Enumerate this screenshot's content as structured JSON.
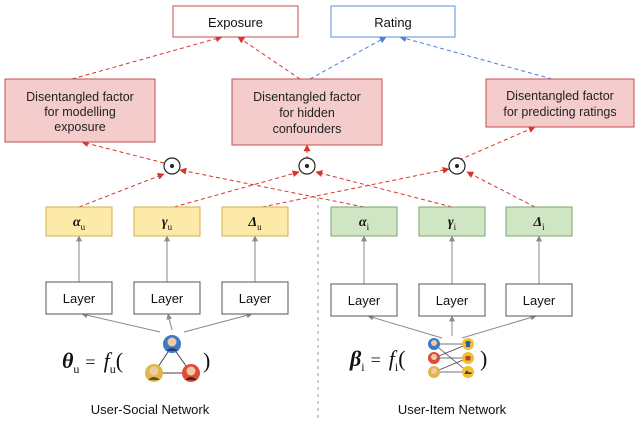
{
  "outputs": {
    "exposure": "Exposure",
    "rating": "Rating"
  },
  "factors": {
    "exposure": [
      "Disentangled factor",
      "for modelling",
      "exposure"
    ],
    "confounders": [
      "Disentangled factor",
      "for hidden",
      "confounders"
    ],
    "ratings": [
      "Disentangled factor",
      "for predicting ratings"
    ]
  },
  "operator_symbol": "⊙",
  "user_vectors": [
    {
      "symbol": "α",
      "sub": "u"
    },
    {
      "symbol": "γ",
      "sub": "u"
    },
    {
      "symbol": "Δ",
      "sub": "u"
    }
  ],
  "item_vectors": [
    {
      "symbol": "α",
      "sub": "i"
    },
    {
      "symbol": "γ",
      "sub": "i"
    },
    {
      "symbol": "Δ",
      "sub": "i"
    }
  ],
  "layer_label": "Layer",
  "user_equation": {
    "lhs": "θ",
    "lhs_sub": "u",
    "eq": "=",
    "fn": "f",
    "fn_sub": "u",
    "open": "(",
    "close": ")"
  },
  "item_equation": {
    "lhs": "β",
    "lhs_sub": "i",
    "eq": "=",
    "fn": "f",
    "fn_sub": "i",
    "open": "(",
    "close": ")"
  },
  "captions": {
    "user": "User-Social Network",
    "item": "User-Item Network"
  },
  "colors": {
    "red_arrow": "#d9332b",
    "blue_arrow": "#4a7fd8",
    "factor_fill": "#f4cccc",
    "factor_border": "#c44d4d",
    "user_vec_fill": "#fde9a8",
    "user_vec_border": "#d2b04a",
    "item_vec_fill": "#cfe5c4",
    "item_vec_border": "#7aa86a",
    "gray_arrow": "#8a8a8a"
  }
}
